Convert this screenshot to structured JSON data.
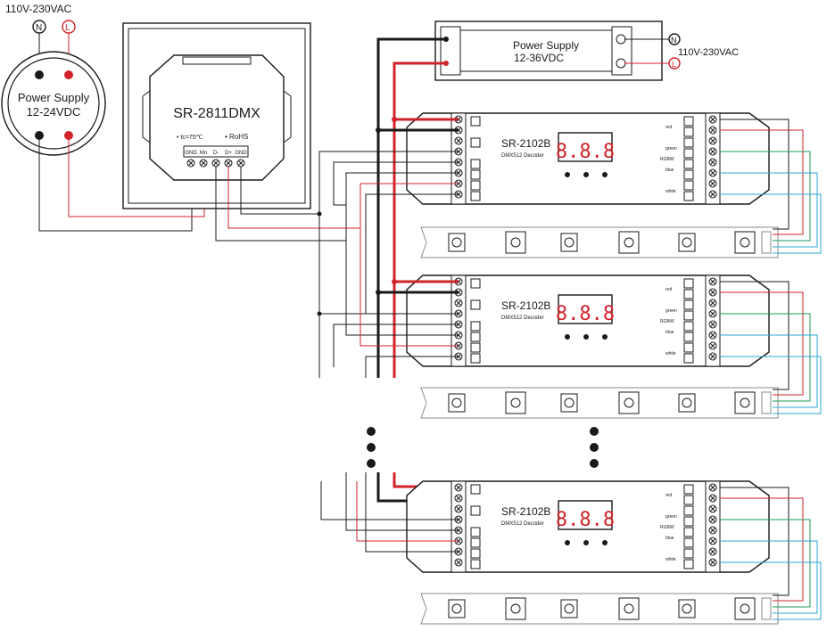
{
  "mains_label": "110V-230VAC",
  "mains_terminals": {
    "neutral": "N",
    "live": "L"
  },
  "ps_small": {
    "line1": "Power Supply",
    "line2": "12-24VDC"
  },
  "controller": {
    "model": "SR-2811DMX",
    "temp_rating": "• tc=75℃",
    "rohs": "• RoHS",
    "terminals": [
      "GND",
      "Mn",
      "D-",
      "D+",
      "GND"
    ]
  },
  "ps_main": {
    "line1": "Power Supply",
    "line2": "12-36VDC",
    "ac_label": "110V-230VAC",
    "neutral": "N",
    "live": "L"
  },
  "decoder": {
    "model": "SR-2102B",
    "subtitle": "DMX512  Decoder",
    "display": "8.8.8",
    "output_labels": [
      "red",
      "green",
      "blue",
      "white"
    ],
    "rgbw_label": "RGBW"
  },
  "colors": {
    "red_wire": "#d2232a",
    "black_wire": "#1a1a1a",
    "green_wire": "#1d9a5a",
    "blue_wire": "#2aa7d6"
  }
}
